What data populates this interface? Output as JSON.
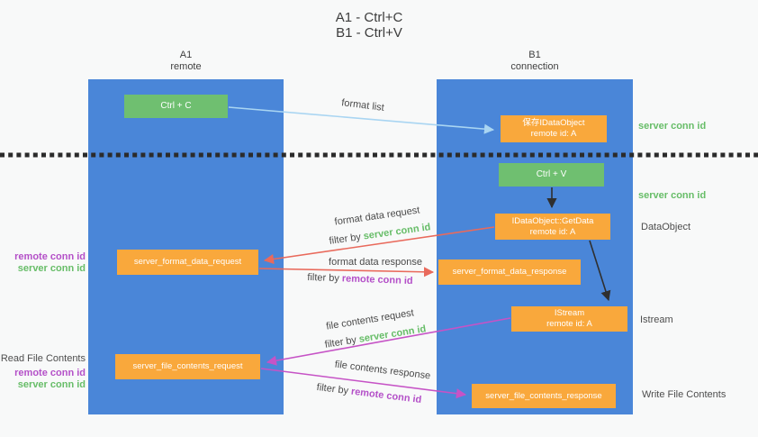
{
  "title": {
    "line1": "A1 - Ctrl+C",
    "line2": "B1 - Ctrl+V"
  },
  "lanes": {
    "a1": {
      "name": "A1",
      "subtitle": "remote"
    },
    "b1": {
      "name": "B1",
      "subtitle": "connection"
    }
  },
  "nodes": {
    "ctrl_c": {
      "label": "Ctrl + C"
    },
    "ctrl_v": {
      "label": "Ctrl + V"
    },
    "save_idataobject": {
      "line1": "保存IDataObject",
      "line2": "remote id: A"
    },
    "idataobject_getdata": {
      "line1": "IDataObject::GetData",
      "line2": "remote id: A"
    },
    "istream": {
      "line1": "IStream",
      "line2": "remote id: A"
    },
    "server_format_data_request": {
      "label": "server_format_data_request"
    },
    "server_format_data_response": {
      "label": "server_format_data_response"
    },
    "server_file_contents_request": {
      "label": "server_file_contents_request"
    },
    "server_file_contents_response": {
      "label": "server_file_contents_response"
    }
  },
  "edge_labels": {
    "format_list": "format list",
    "format_data_request": "format data request",
    "format_data_response": "format data response",
    "file_contents_request": "file contents request",
    "file_contents_response": "file contents response",
    "filter_by": "filter by",
    "server_conn_id": "server conn id",
    "remote_conn_id": "remote conn id"
  },
  "side_labels": {
    "right_server_conn_id_1": "server conn id",
    "right_server_conn_id_2": "server conn id",
    "dataobject": "DataObject",
    "istream": "Istream",
    "write_file_contents": "Write File Contents",
    "read_file_contents": "Read File Contents",
    "left_remote_conn_id_1": "remote conn id",
    "left_server_conn_id_1": "server conn id",
    "left_remote_conn_id_2": "remote conn id",
    "left_server_conn_id_2": "server conn id"
  },
  "colors": {
    "lane_blue": "#4a86d8",
    "node_orange": "#f9a83c",
    "node_green": "#6fbf70",
    "arrow_red": "#e96a5c",
    "arrow_magenta": "#c653c6",
    "arrow_light_blue": "#a9d5f2",
    "arrow_black": "#2f2f2f",
    "text_green": "#67bd68",
    "text_purple": "#b450c8",
    "background": "#f8f9f9"
  }
}
